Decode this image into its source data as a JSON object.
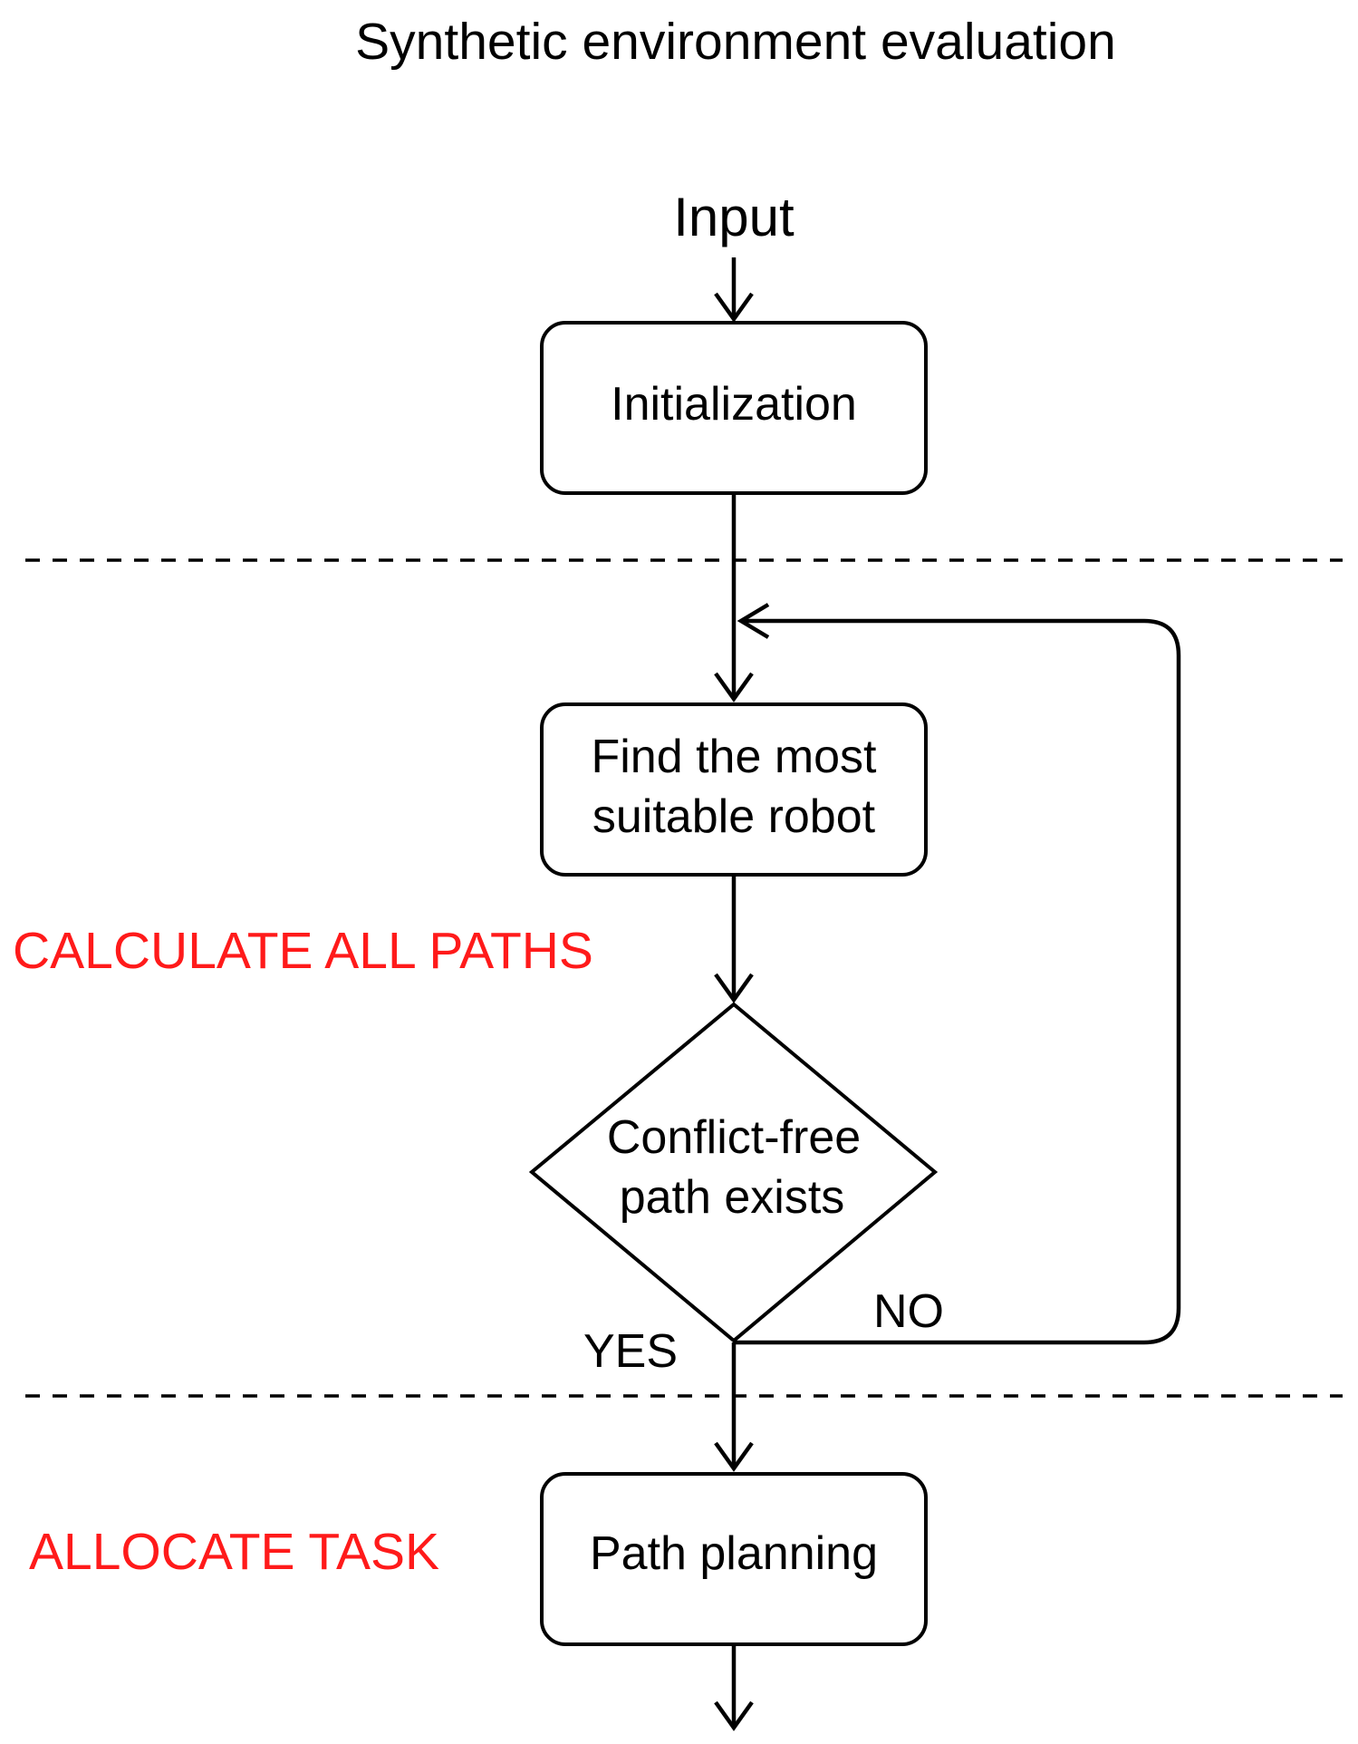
{
  "title": "Synthetic environment evaluation",
  "input_label": "Input",
  "nodes": {
    "initialization": "Initialization",
    "find_robot_line1": "Find the most",
    "find_robot_line2": "suitable robot",
    "decision_line1": "Conflict-free",
    "decision_line2": "path exists",
    "path_planning": "Path planning"
  },
  "branches": {
    "yes": "YES",
    "no": "NO"
  },
  "phase_labels": {
    "calculate": "CALCULATE ALL PATHS",
    "allocate": "ALLOCATE TASK"
  },
  "colors": {
    "phase_label": "#ff1a1a",
    "stroke": "#000000"
  }
}
